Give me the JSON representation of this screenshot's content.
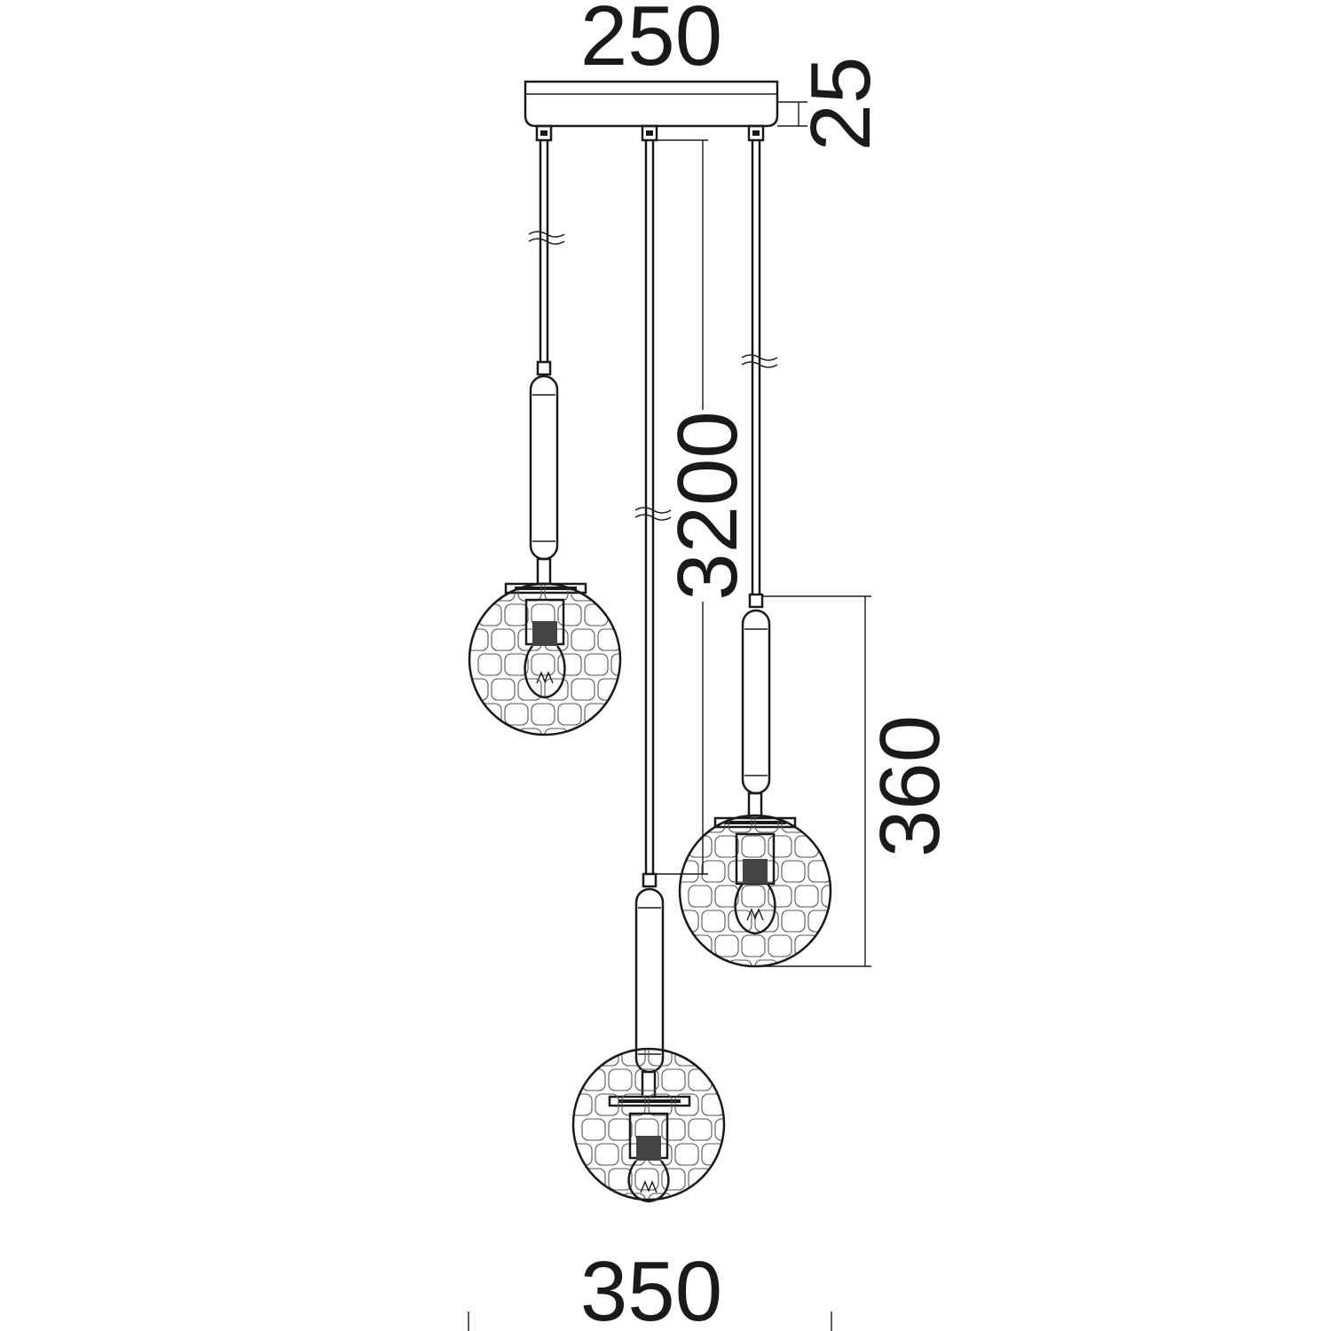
{
  "dimensions": {
    "canopy_width": "250",
    "canopy_height": "25",
    "cable_length": "3200",
    "shade_height": "360",
    "cluster_diameter": "350"
  },
  "pendant_count": 3
}
